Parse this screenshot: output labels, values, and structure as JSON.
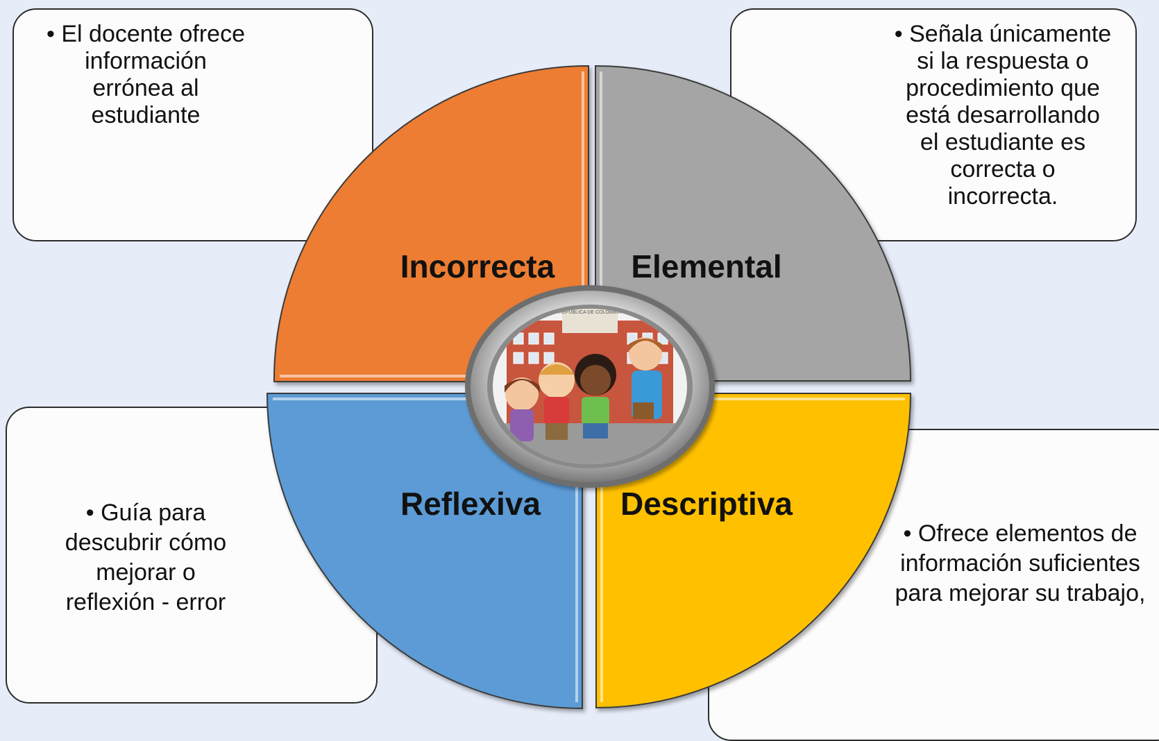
{
  "descriptions": {
    "incorrecta": "• El docente ofrece\ninformación\nerrónea al\nestudiante",
    "elemental": "• Señala únicamente\nsi la respuesta o\nprocedimiento que\nestá desarrollando\nel estudiante es\ncorrecta o\nincorrecta.",
    "reflexiva": "• Guía para\ndescubrir cómo\nmejorar o\nreflexión -  error",
    "descriptiva": "• Ofrece  elementos de\ninformación suficientes\npara mejorar su trabajo,"
  },
  "quadrants": {
    "incorrecta": {
      "label": "Incorrecta",
      "color": "#ed7d31"
    },
    "elemental": {
      "label": "Elemental",
      "color": "#a5a5a5"
    },
    "reflexiva": {
      "label": "Reflexiva",
      "color": "#5b9bd5"
    },
    "descriptiva": {
      "label": "Descriptiva",
      "color": "#ffc000"
    }
  },
  "center_image": {
    "sign_text": "REPUBLICA DE COLOMBIA",
    "icon": "school-children-illustration"
  }
}
